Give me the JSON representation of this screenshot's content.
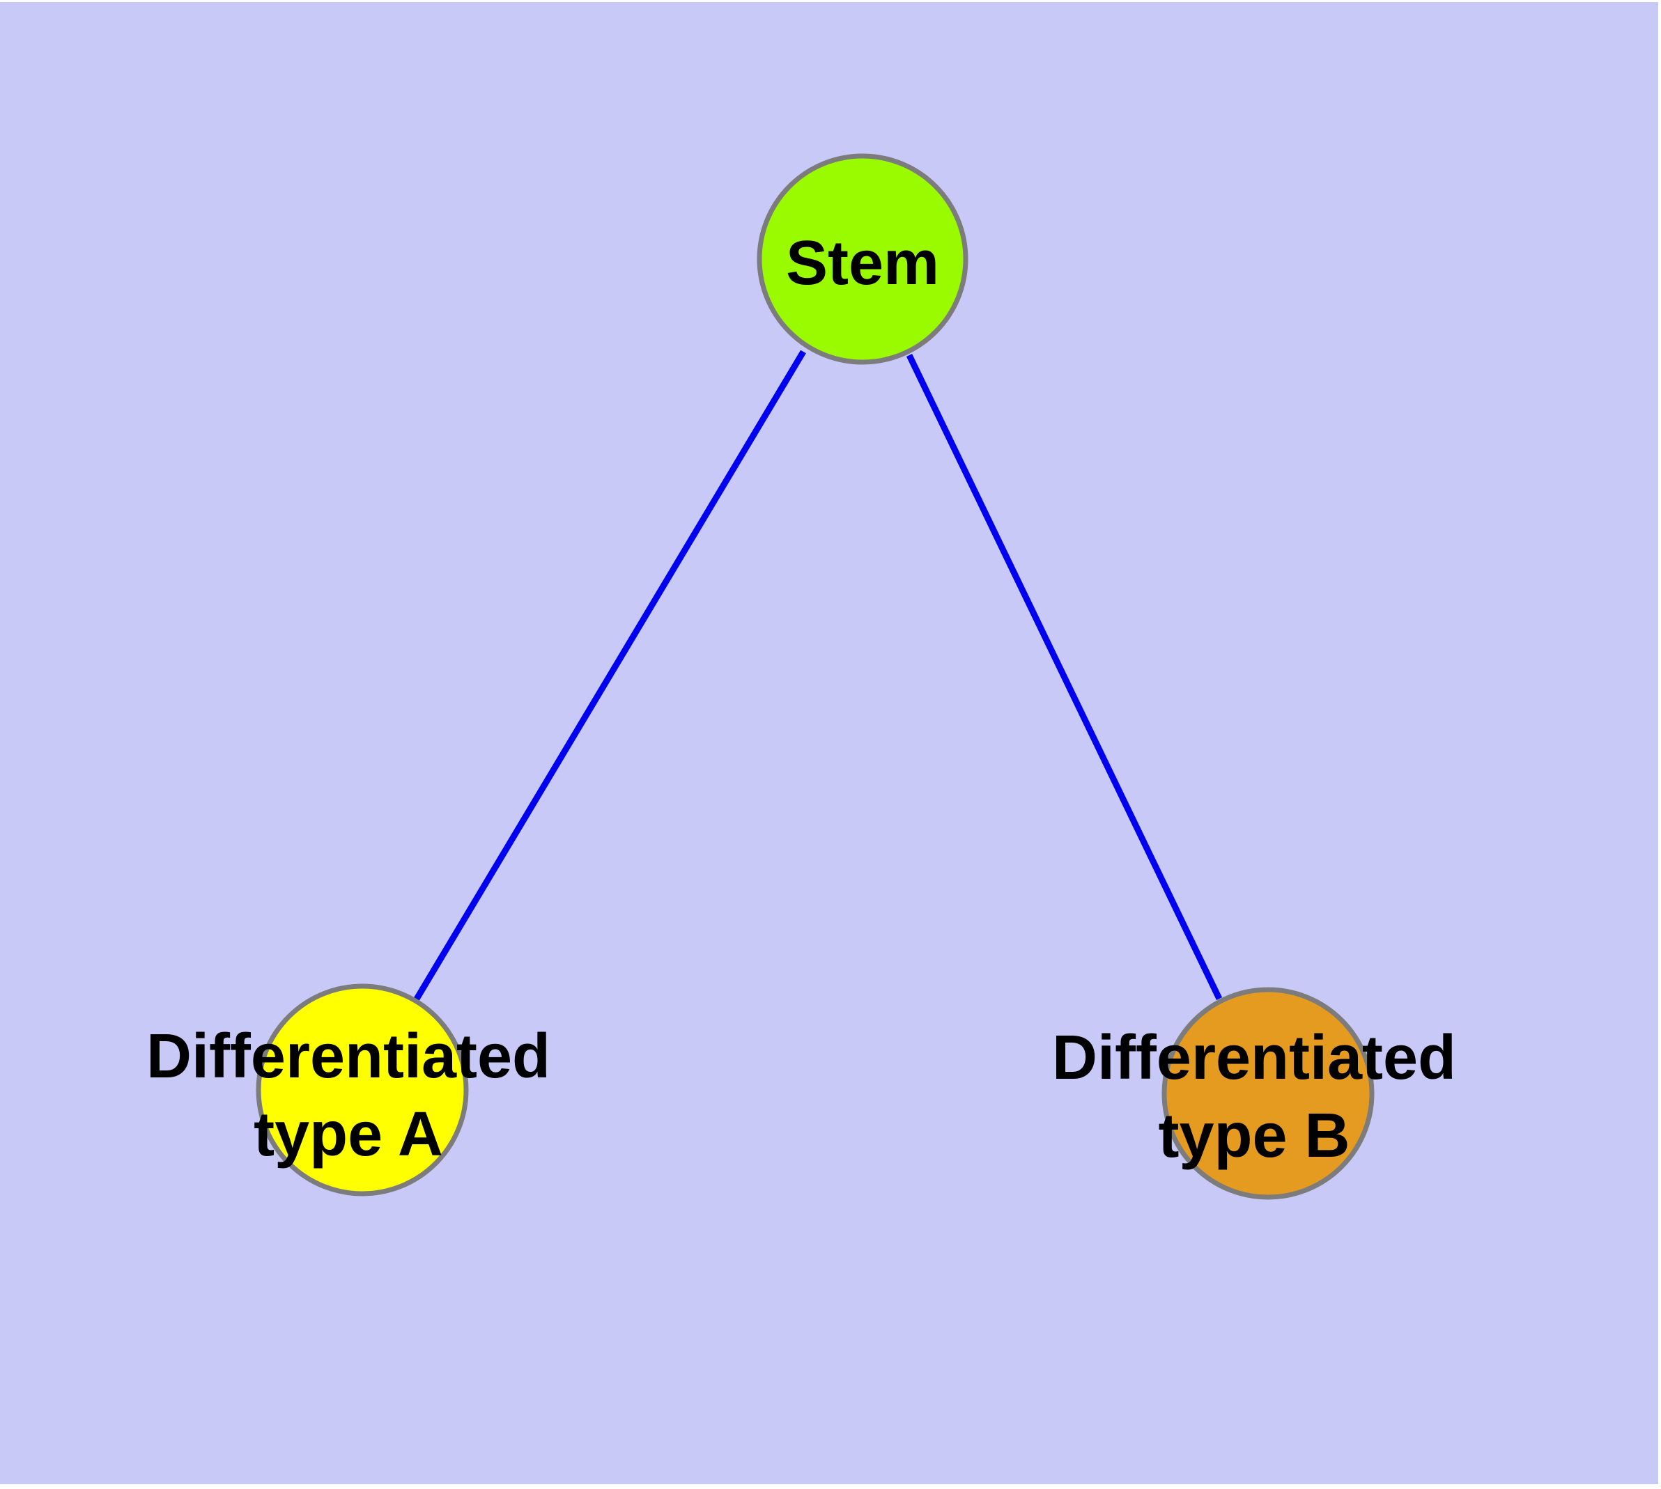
{
  "diagram": {
    "type": "node-edge-graph",
    "colors": {
      "background": "#C9C9F8",
      "page_margin": "#FFFFFF",
      "edge": "#0000F0",
      "node_border": "#7C7C7C",
      "label_text": "#000000"
    },
    "nodes": {
      "stem": {
        "label": "Stem",
        "fill": "#9AFB00"
      },
      "type_a": {
        "label_line1": "Differentiated",
        "label_line2": "type A",
        "fill": "#FFFF00"
      },
      "type_b": {
        "label_line1": "Differentiated",
        "label_line2": "type B",
        "fill": "#E59B20"
      }
    },
    "edges": [
      {
        "from": "Stem",
        "to": "Differentiated type A"
      },
      {
        "from": "Stem",
        "to": "Differentiated type B"
      }
    ]
  }
}
